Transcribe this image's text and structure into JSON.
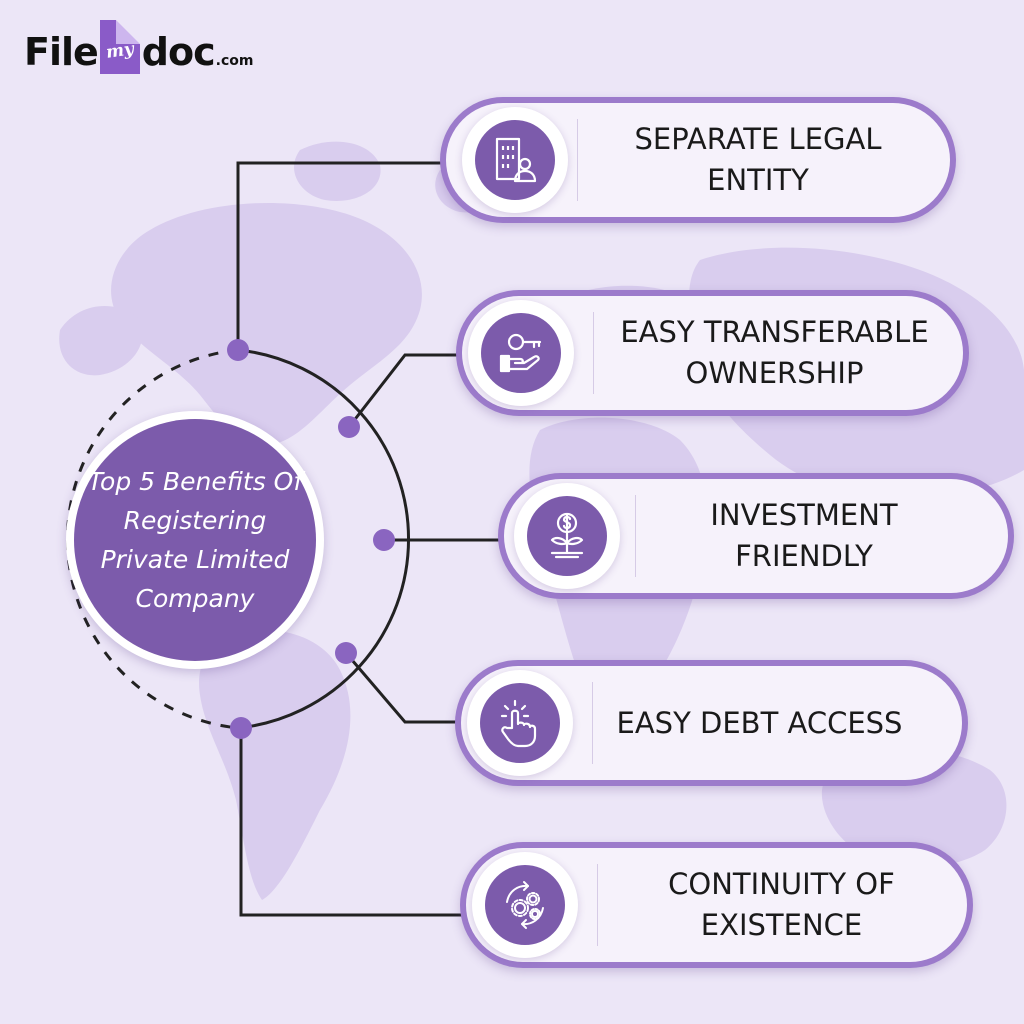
{
  "logo": {
    "part1": "File",
    "part2": "my",
    "part3": "doc",
    "part4": ".com"
  },
  "center": {
    "title": "Top 5 Benefits Of Registering Private Limited Company"
  },
  "benefits": [
    {
      "label": "SEPARATE LEGAL ENTITY",
      "icon": "building-person-icon"
    },
    {
      "label": "EASY TRANSFERABLE OWNERSHIP",
      "icon": "key-in-hand-icon"
    },
    {
      "label": "INVESTMENT FRIENDLY",
      "icon": "money-plant-icon"
    },
    {
      "label": "EASY DEBT ACCESS",
      "icon": "hand-pointer-icon"
    },
    {
      "label": "CONTINUITY OF EXISTENCE",
      "icon": "gears-cycle-icon"
    }
  ],
  "colors": {
    "accent": "#7c5bab",
    "pill_border": "#9c7bcb",
    "background": "#ece6f7",
    "map": "#d9cdee"
  }
}
